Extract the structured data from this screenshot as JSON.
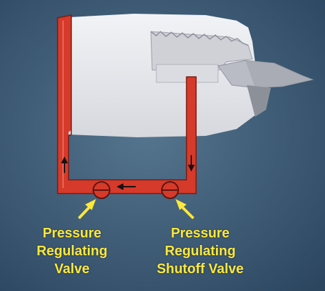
{
  "diagram": {
    "colors": {
      "background": "#3e5d78",
      "nacelle": "#e3e4e8",
      "duct": "#d63a2a",
      "arrow": "#1a1010",
      "callout": "#ffe83a"
    },
    "components": [
      {
        "id": "prv",
        "lines": [
          "Pressure",
          "Regulating",
          "Valve"
        ],
        "icon": "valve-circle"
      },
      {
        "id": "prsov",
        "lines": [
          "Pressure",
          "Regulating",
          "Shutoff Valve"
        ],
        "icon": "valve-circle"
      }
    ]
  }
}
